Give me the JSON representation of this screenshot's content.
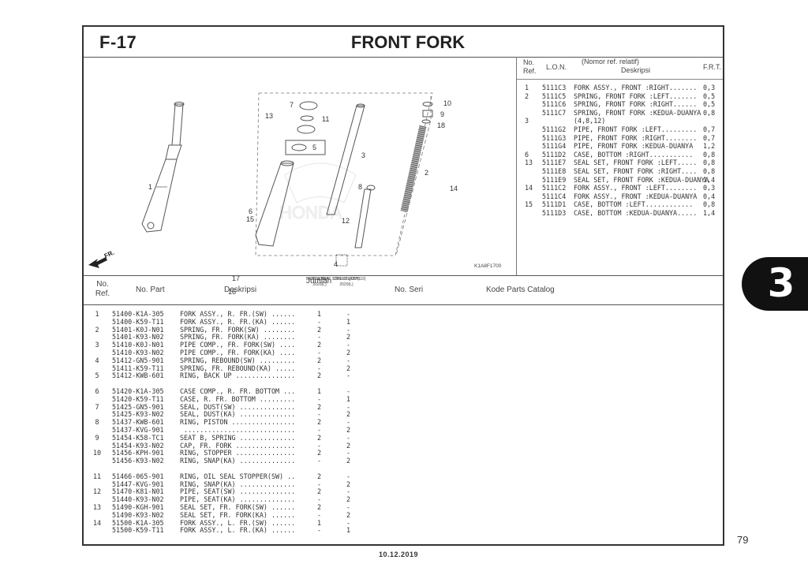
{
  "header": {
    "figure_code": "F-17",
    "title": "FRONT FORK"
  },
  "diagram": {
    "image_code": "K1A8F1700",
    "front_label": "FR.",
    "watermark": "HONDA",
    "callouts": [
      "1",
      "2",
      "3",
      "4",
      "5",
      "6",
      "15",
      "7",
      "8",
      "9",
      "10",
      "11",
      "12",
      "13",
      "14",
      "16",
      "17",
      "18"
    ]
  },
  "lon_table": {
    "headers": {
      "ref": "No. Ref.",
      "lon": "L.O.N.",
      "desc_top": "(Nomor ref. relatif)",
      "desc": "Deskripsi",
      "frt": "F.R.T."
    },
    "rows": [
      {
        "ref": "1",
        "lon": "5111C3",
        "desc": "FORK ASSY., FRONT :RIGHT.......",
        "frt": "0,3"
      },
      {
        "ref": "2",
        "lon": "5111C5",
        "desc": "SPRING, FRONT FORK :LEFT.......",
        "frt": "0,5"
      },
      {
        "ref": "",
        "lon": "5111C6",
        "desc": "SPRING, FRONT FORK :RIGHT......",
        "frt": "0,5"
      },
      {
        "ref": "",
        "lon": "5111C7",
        "desc": "SPRING, FRONT FORK :KEDUA-DUANYA",
        "frt": "0,8"
      },
      {
        "ref": "3",
        "lon": "",
        "desc": "(4,8,12)",
        "frt": ""
      },
      {
        "ref": "",
        "lon": "5111G2",
        "desc": "PIPE, FRONT FORK :LEFT.........",
        "frt": "0,7"
      },
      {
        "ref": "",
        "lon": "5111G3",
        "desc": "PIPE, FRONT FORK :RIGHT........",
        "frt": "0,7"
      },
      {
        "ref": "",
        "lon": "5111G4",
        "desc": "PIPE, FRONT FORK :KEDUA-DUANYA",
        "frt": "1,2"
      },
      {
        "ref": "6",
        "lon": "5111D2",
        "desc": "CASE, BOTTOM :RIGHT...........",
        "frt": "0,8"
      },
      {
        "ref": "13",
        "lon": "5111E7",
        "desc": "SEAL SET, FRONT FORK :LEFT.....",
        "frt": "0,8"
      },
      {
        "ref": "",
        "lon": "5111E8",
        "desc": "SEAL SET, FRONT FORK :RIGHT....",
        "frt": "0,8"
      },
      {
        "ref": "",
        "lon": "5111E9",
        "desc": "SEAL SET, FRONT FORK :KEDUA-DUANYA",
        "frt": "1,4"
      },
      {
        "ref": "14",
        "lon": "5111C2",
        "desc": "FORK ASSY., FRONT :LEFT........",
        "frt": "0,3"
      },
      {
        "ref": "",
        "lon": "5111C4",
        "desc": "FORK ASSY., FRONT :KEDUA-DUANYA",
        "frt": "0,4"
      },
      {
        "ref": "15",
        "lon": "5111D1",
        "desc": "CASE, BOTTOM :LEFT............",
        "frt": "0,8"
      },
      {
        "ref": "",
        "lon": "5111D3",
        "desc": "CASE, BOTTOM :KEDUA-DUANYA.....",
        "frt": "1,4"
      }
    ]
  },
  "parts_table": {
    "headers": {
      "ref": "No. Ref.",
      "part_no": "No. Part",
      "desc": "Deskripsi",
      "qty_title": "Jumlah",
      "qty_model": "BEAT & BEAT STREET (ACH110)",
      "qty_col1": "CBS(CBF) 2020(L)",
      "qty_col2": "CBS ISS(CBT) 2020(L)",
      "serial": "No. Seri",
      "catalog": "Kode Parts Catalog"
    },
    "groups": [
      [
        {
          "ref": "1",
          "part_no": "51400-K1A-305",
          "desc": "FORK ASSY., R. FR.(SW) ......",
          "q1": "1",
          "q2": "-"
        },
        {
          "ref": "",
          "part_no": "51400-K59-T11",
          "desc": "FORK ASSY., R. FR.(KA) ......",
          "q1": "-",
          "q2": "1"
        },
        {
          "ref": "2",
          "part_no": "51401-K0J-N01",
          "desc": "SPRING, FR. FORK(SW) ........",
          "q1": "2",
          "q2": "-"
        },
        {
          "ref": "",
          "part_no": "51401-K93-N02",
          "desc": "SPRING, FR. FORK(KA) ........",
          "q1": "-",
          "q2": "2"
        },
        {
          "ref": "3",
          "part_no": "51410-K0J-N01",
          "desc": "PIPE COMP., FR. FORK(SW) ....",
          "q1": "2",
          "q2": "-"
        },
        {
          "ref": "",
          "part_no": "51410-K93-N02",
          "desc": "PIPE COMP., FR. FORK(KA) ....",
          "q1": "-",
          "q2": "2"
        },
        {
          "ref": "4",
          "part_no": "51412-GN5-901",
          "desc": "SPRING, REBOUND(SW) .........",
          "q1": "2",
          "q2": "-"
        },
        {
          "ref": "",
          "part_no": "51411-K59-T11",
          "desc": "SPRING, FR. REBOUND(KA) .....",
          "q1": "-",
          "q2": "2"
        },
        {
          "ref": "5",
          "part_no": "51412-KWB-601",
          "desc": "RING, BACK UP ...............",
          "q1": "2",
          "q2": "-"
        }
      ],
      [
        {
          "ref": "6",
          "part_no": "51420-K1A-305",
          "desc": "CASE COMP., R. FR. BOTTOM ...",
          "q1": "1",
          "q2": "-"
        },
        {
          "ref": "",
          "part_no": "51420-K59-T11",
          "desc": "CASE, R. FR. BOTTOM .........",
          "q1": "-",
          "q2": "1"
        },
        {
          "ref": "7",
          "part_no": "51425-GN5-901",
          "desc": "SEAL, DUST(SW) ..............",
          "q1": "2",
          "q2": "-"
        },
        {
          "ref": "",
          "part_no": "51425-K93-N02",
          "desc": "SEAL, DUST(KA) ..............",
          "q1": "-",
          "q2": "2"
        },
        {
          "ref": "8",
          "part_no": "51437-KWB-601",
          "desc": "RING, PISTON ................",
          "q1": "2",
          "q2": "-"
        },
        {
          "ref": "",
          "part_no": "51437-KVG-901",
          "desc": " ............................",
          "q1": "-",
          "q2": "2"
        },
        {
          "ref": "9",
          "part_no": "51454-K58-TC1",
          "desc": "SEAT B, SPRING ..............",
          "q1": "2",
          "q2": "-"
        },
        {
          "ref": "",
          "part_no": "51454-K93-N02",
          "desc": "CAP, FR. FORK ...............",
          "q1": "-",
          "q2": "2"
        },
        {
          "ref": "10",
          "part_no": "51456-KPH-901",
          "desc": "RING, STOPPER ...............",
          "q1": "2",
          "q2": "-"
        },
        {
          "ref": "",
          "part_no": "51456-K93-N02",
          "desc": "RING, SNAP(KA) ..............",
          "q1": "-",
          "q2": "2"
        }
      ],
      [
        {
          "ref": "11",
          "part_no": "51466-065-901",
          "desc": "RING, OIL SEAL STOPPER(SW) ..",
          "q1": "2",
          "q2": "-"
        },
        {
          "ref": "",
          "part_no": "51447-KVG-901",
          "desc": "RING, SNAP(KA) ..............",
          "q1": "-",
          "q2": "2"
        },
        {
          "ref": "12",
          "part_no": "51470-K81-N01",
          "desc": "PIPE, SEAT(SW) ..............",
          "q1": "2",
          "q2": "-"
        },
        {
          "ref": "",
          "part_no": "51440-K93-N02",
          "desc": "PIPE, SEAT(KA) ..............",
          "q1": "-",
          "q2": "2"
        },
        {
          "ref": "13",
          "part_no": "51490-KGH-901",
          "desc": "SEAL SET, FR. FORK(SW) ......",
          "q1": "2",
          "q2": "-"
        },
        {
          "ref": "",
          "part_no": "51490-K93-N02",
          "desc": "SEAL SET, FR. FORK(KA) ......",
          "q1": "-",
          "q2": "2"
        },
        {
          "ref": "14",
          "part_no": "51500-K1A-305",
          "desc": "FORK ASSY., L. FR.(SW) ......",
          "q1": "1",
          "q2": "-"
        },
        {
          "ref": "",
          "part_no": "51500-K59-T11",
          "desc": "FORK ASSY., L. FR.(KA) ......",
          "q1": "-",
          "q2": "1"
        }
      ]
    ]
  },
  "section_tab": "3",
  "page_number": "79",
  "footer_date": "10.12.2019"
}
